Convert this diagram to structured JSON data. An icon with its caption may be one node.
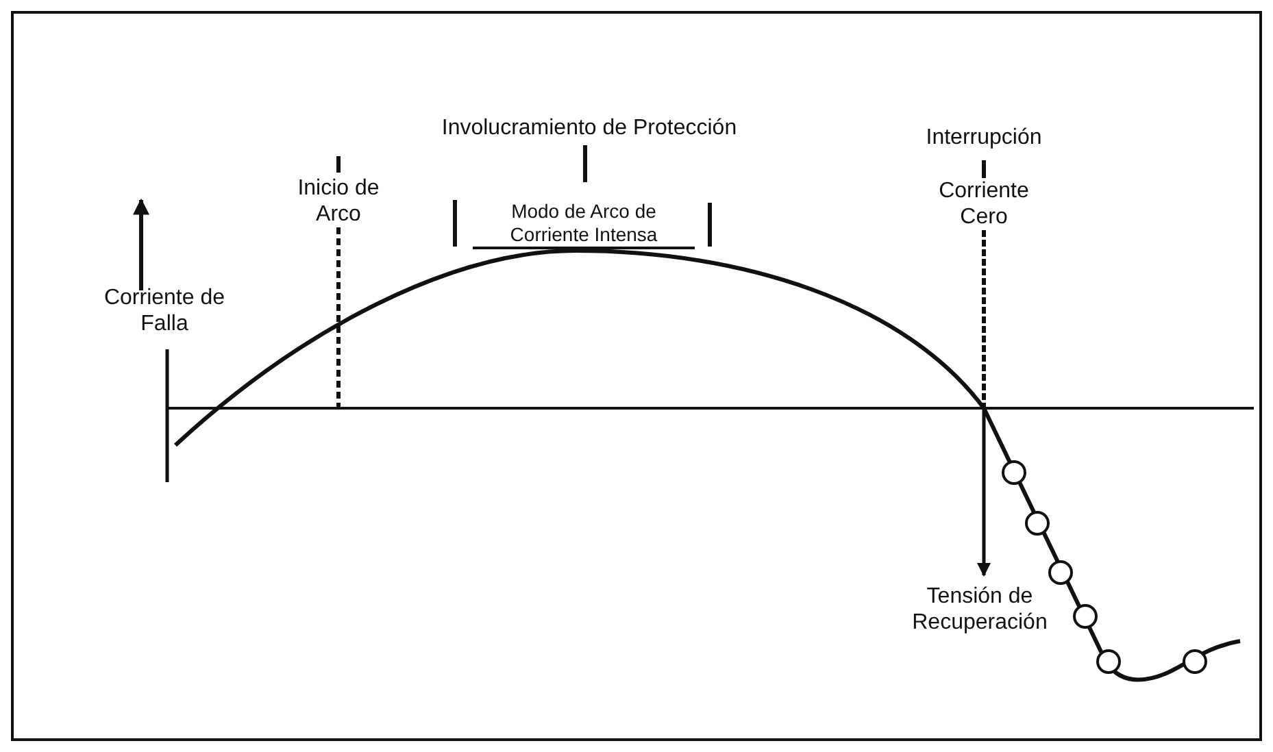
{
  "diagram": {
    "labels": [
      "Involucramiento de Protección",
      "Interrupción",
      "Inicio de Arco",
      "Modo de Arco de Corriente Intensa",
      "Corriente Cero",
      "Corriente de Falla",
      "Tensión de Recuperación"
    ]
  }
}
